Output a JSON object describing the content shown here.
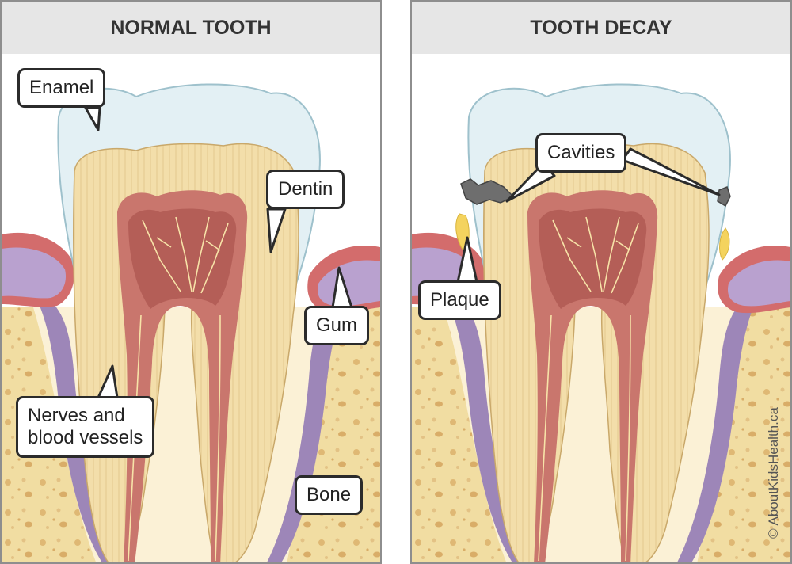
{
  "panels": [
    {
      "title": "NORMAL TOOTH",
      "labels": {
        "enamel": "Enamel",
        "dentin": "Dentin",
        "gum": "Gum",
        "nerves": "Nerves and\nblood vessels",
        "bone": "Bone"
      }
    },
    {
      "title": "TOOTH DECAY",
      "labels": {
        "cavities": "Cavities",
        "plaque": "Plaque"
      }
    }
  ],
  "credit": "© AboutKidsHealth.ca",
  "colors": {
    "enamel": "#e3f0f4",
    "dentin": "#f3deaa",
    "pulp": "#c9766d",
    "gum": "#d36c6c",
    "bone": "#f1dda2",
    "bone_spots": "#dfb874",
    "ligament": "#9d86b8",
    "cavity": "#6e6e6e",
    "plaque": "#f4d35e"
  }
}
